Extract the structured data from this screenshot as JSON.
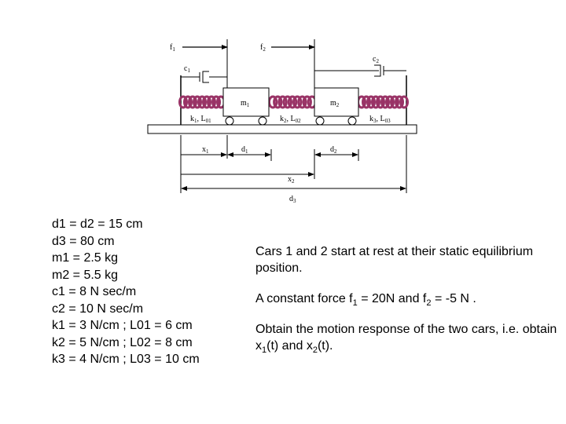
{
  "diagram": {
    "labels": {
      "f1": {
        "main": "f",
        "sub": "1"
      },
      "f2": {
        "main": "f",
        "sub": "2"
      },
      "c1": {
        "main": "c",
        "sub": "1"
      },
      "c2": {
        "main": "c",
        "sub": "2"
      },
      "m1": {
        "main": "m",
        "sub": "1"
      },
      "m2": {
        "main": "m",
        "sub": "2"
      },
      "k1": {
        "main": "k",
        "sub": "1",
        "sep": ", L",
        "sub2": "01"
      },
      "k2": {
        "main": "k",
        "sub": "2",
        "sep": ", L",
        "sub2": "02"
      },
      "k3": {
        "main": "k",
        "sub": "3",
        "sep": ", L",
        "sub2": "03"
      },
      "x1": {
        "main": "x",
        "sub": "1"
      },
      "d1": {
        "main": "d",
        "sub": "1"
      },
      "d2": {
        "main": "d",
        "sub": "2"
      },
      "x2": {
        "main": "x",
        "sub": "2"
      },
      "d3": {
        "main": "d",
        "sub": "3"
      }
    }
  },
  "given": [
    "d1 = d2 = 15 cm",
    "d3 = 80 cm",
    "m1 = 2.5 kg",
    "m2 = 5.5 kg",
    "c1 = 8 N sec/m",
    "c2 = 10 N sec/m",
    "k1 = 3 N/cm ; L01 = 6 cm",
    "k2 = 5 N/cm ; L02 = 8 cm",
    "k3 = 4 N/cm ; L03 = 10 cm"
  ],
  "problem": {
    "p1": "Cars 1 and 2 start at rest at their static equilibrium position.",
    "p2_a": "A constant force f",
    "p2_sub1": "1",
    "p2_b": " = 20N and f",
    "p2_sub2": "2",
    "p2_c": " = -5 N .",
    "p3_a": "Obtain the motion response of the two cars, i.e. obtain x",
    "p3_sub1": "1",
    "p3_b": "(t) and x",
    "p3_sub2": "2",
    "p3_c": "(t)."
  },
  "colors": {
    "spring": "#993366",
    "line": "#000000"
  }
}
